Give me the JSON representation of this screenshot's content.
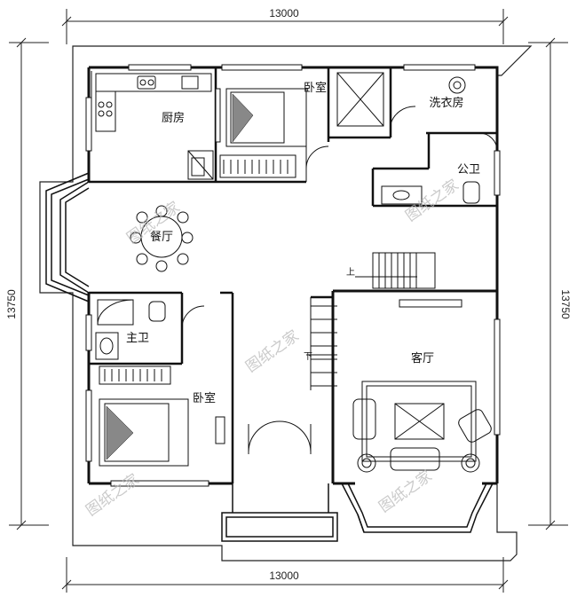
{
  "dimensions": {
    "top_width": "13000",
    "bottom_width": "13000",
    "left_depth": "13750",
    "right_depth": "13750"
  },
  "rooms": {
    "kitchen": "厨房",
    "bedroom_north": "卧室",
    "laundry": "洗衣房",
    "public_bath": "公卫",
    "dining": "餐厅",
    "master_bath": "主卫",
    "bedroom_south": "卧室",
    "living": "客厅"
  },
  "stairs": {
    "up_mark": "上",
    "down_mark": "下"
  },
  "watermark": "图纸之家"
}
